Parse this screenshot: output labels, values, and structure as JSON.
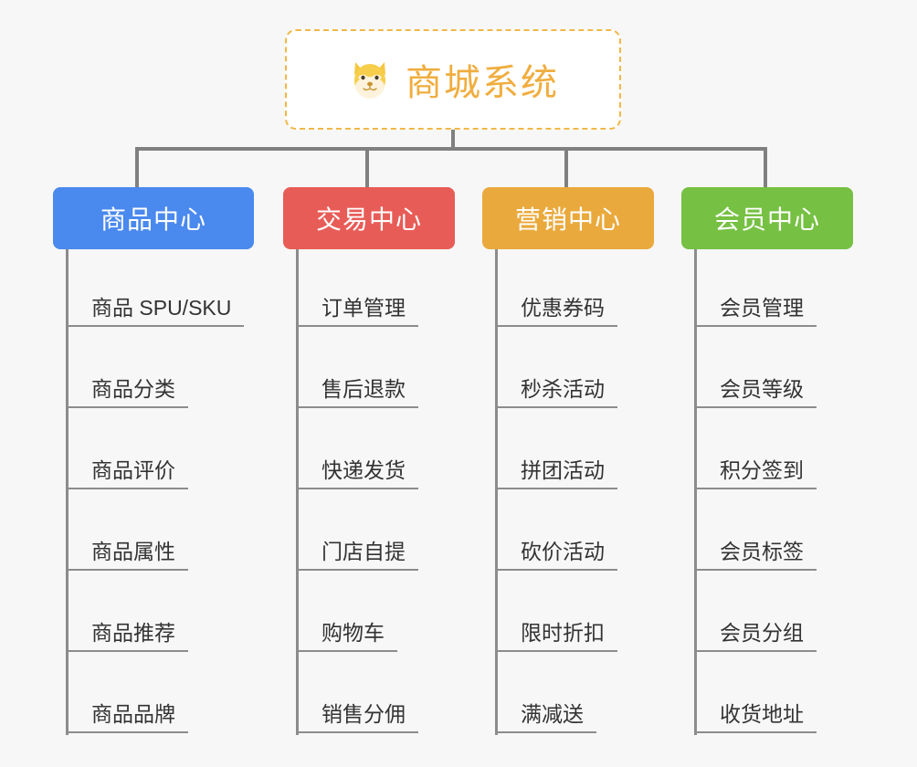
{
  "root": {
    "icon": "shiba-dog-face-icon",
    "emoji": "🐕",
    "title": "商城系统",
    "color": "#f0ad3e",
    "border_color": "#f0b849"
  },
  "canvas": {
    "background": "#f7f7f7",
    "connector_color": "#808080"
  },
  "columns": [
    {
      "id": "product-center",
      "header": "商品中心",
      "color": "#4a89ee",
      "items": [
        "商品 SPU/SKU",
        "商品分类",
        "商品评价",
        "商品属性",
        "商品推荐",
        "商品品牌"
      ]
    },
    {
      "id": "trade-center",
      "header": "交易中心",
      "color": "#e85c57",
      "items": [
        "订单管理",
        "售后退款",
        "快递发货",
        "门店自提",
        "购物车",
        "销售分佣"
      ]
    },
    {
      "id": "marketing-center",
      "header": "营销中心",
      "color": "#eaa93c",
      "items": [
        "优惠券码",
        "秒杀活动",
        "拼团活动",
        "砍价活动",
        "限时折扣",
        "满减送"
      ]
    },
    {
      "id": "member-center",
      "header": "会员中心",
      "color": "#76c043",
      "items": [
        "会员管理",
        "会员等级",
        "积分签到",
        "会员标签",
        "会员分组",
        "收货地址"
      ]
    }
  ]
}
